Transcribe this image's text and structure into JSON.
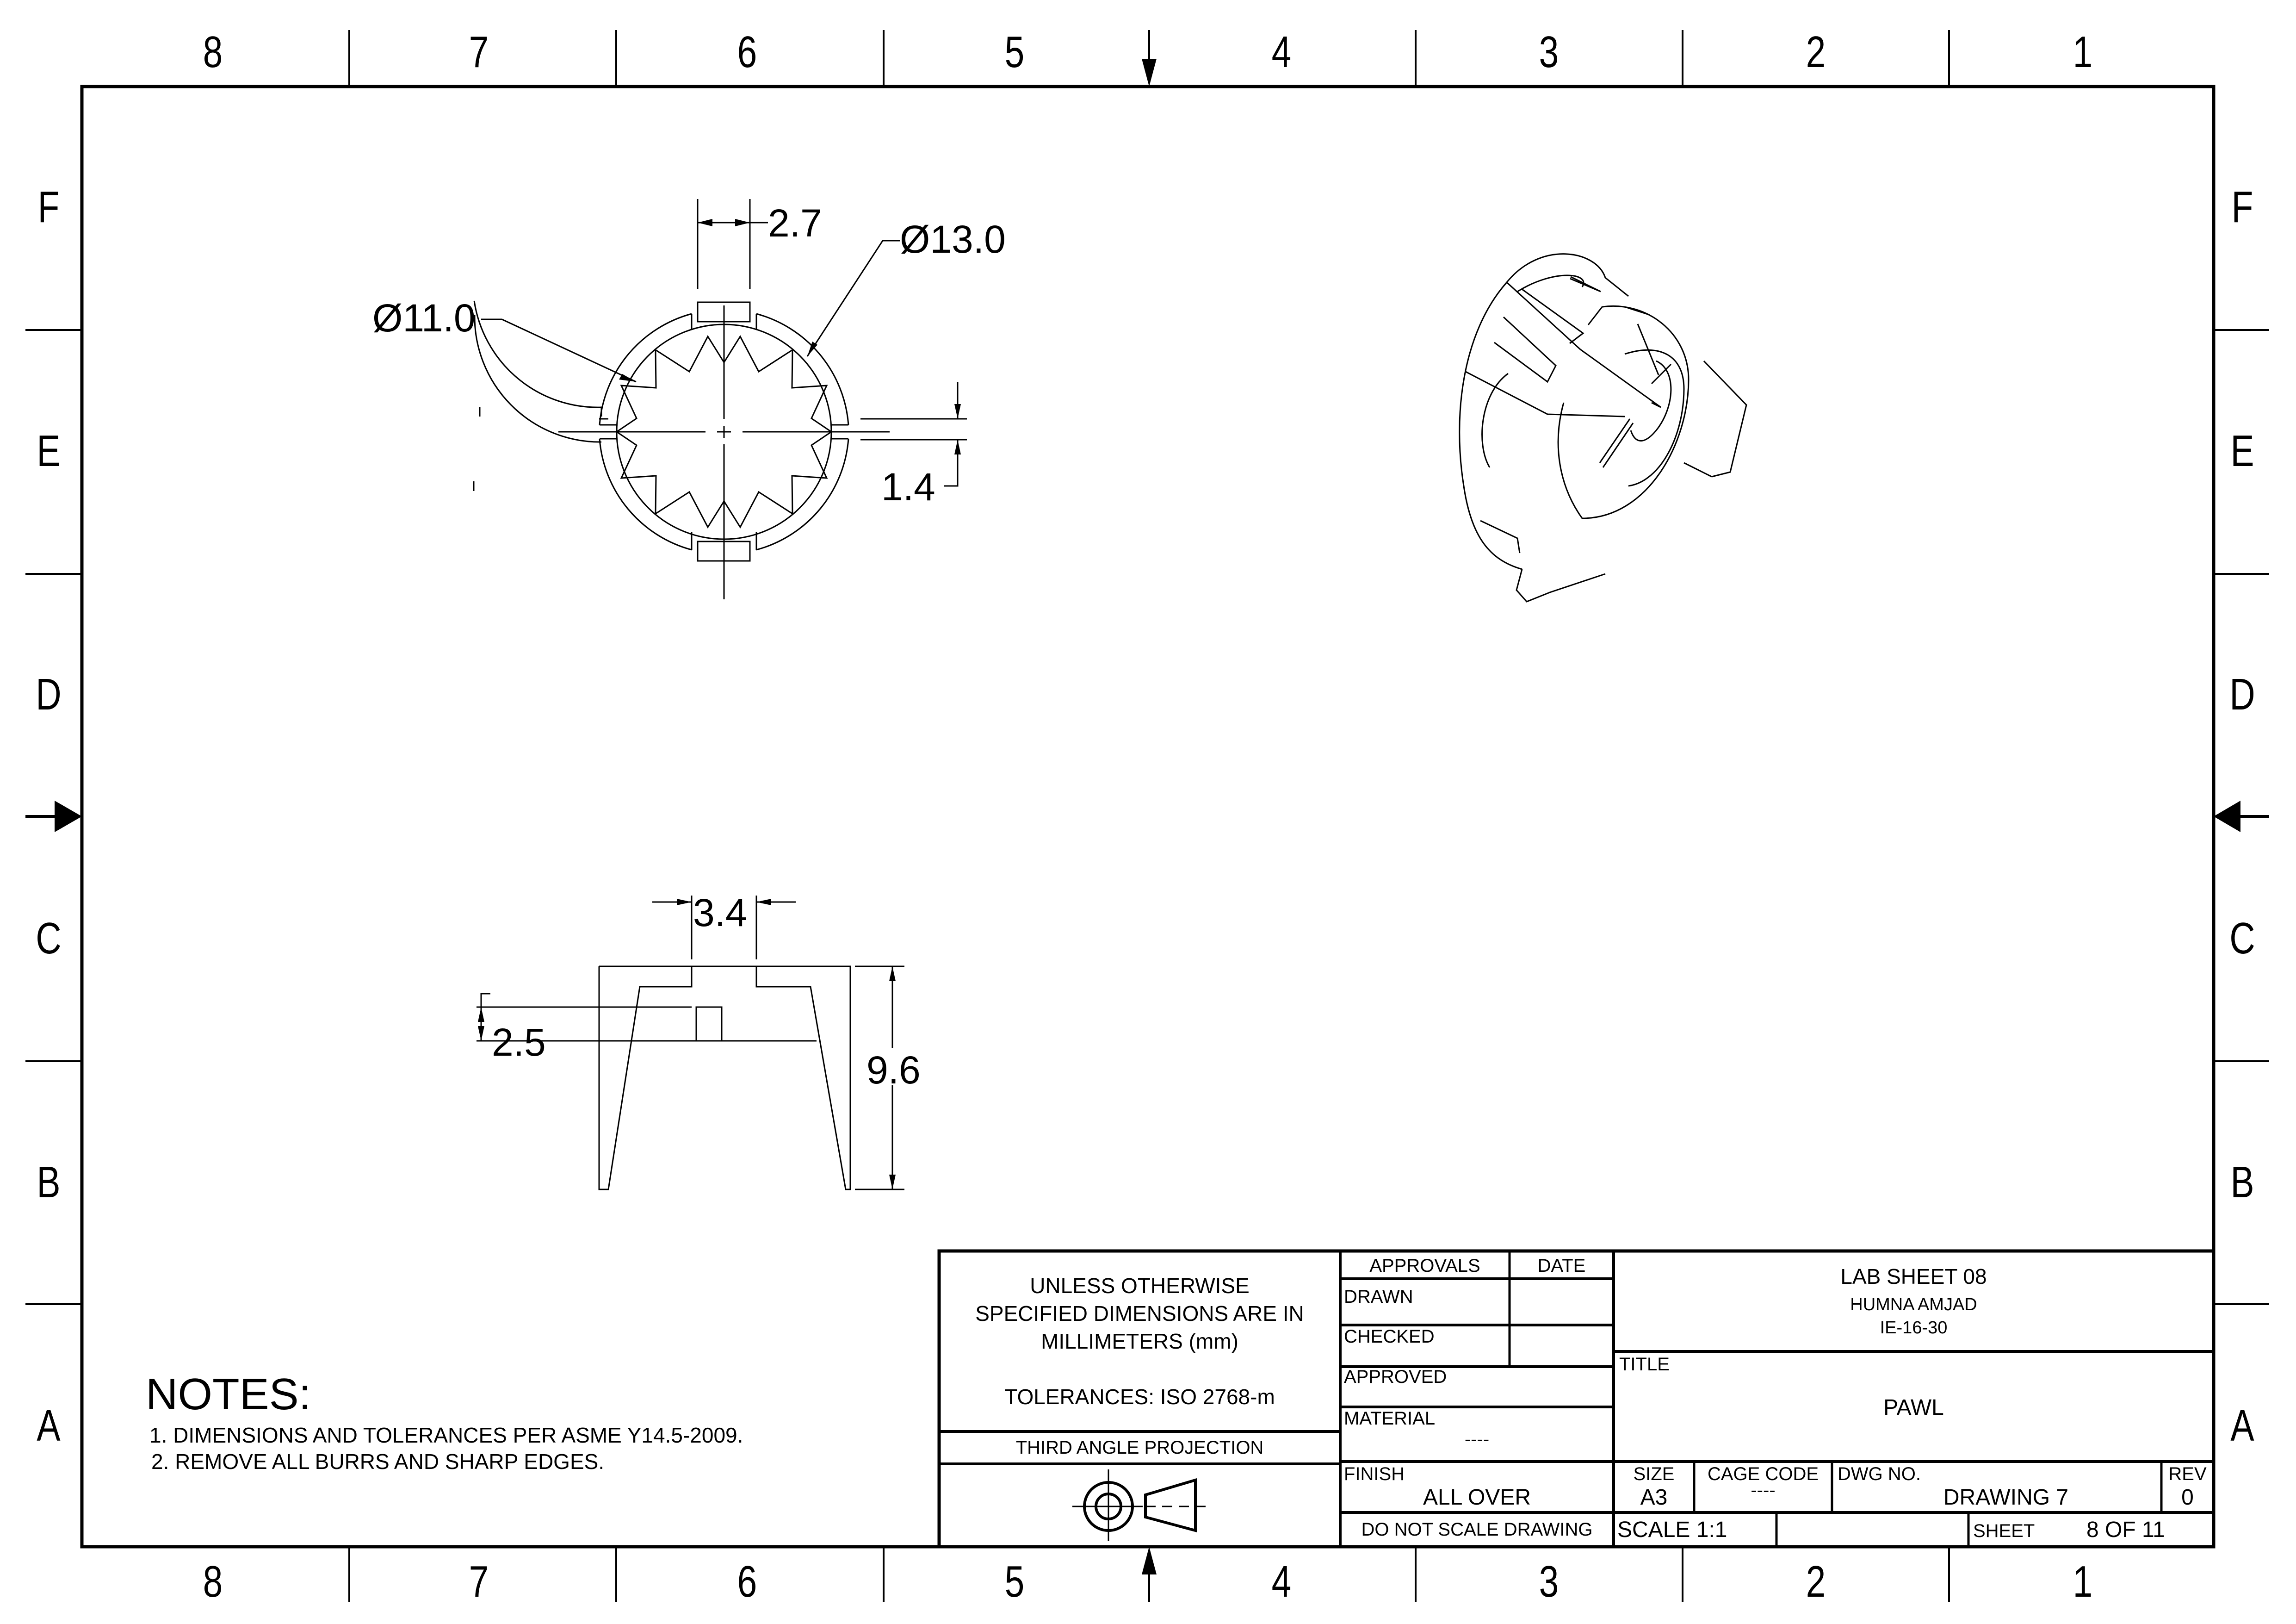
{
  "sheet": {
    "border_columns": [
      "8",
      "7",
      "6",
      "5",
      "4",
      "3",
      "2",
      "1"
    ],
    "border_rows": [
      "F",
      "E",
      "D",
      "C",
      "B",
      "A"
    ],
    "colors": {
      "line": "#000000",
      "background": "#ffffff"
    }
  },
  "front_view": {
    "dimensions": {
      "key_width": "2.7",
      "outer_diameter": "Ø13.0",
      "inner_diameter": "Ø11.0",
      "slot_gap": "1.4"
    }
  },
  "side_view": {
    "dimensions": {
      "slot_width": "3.4",
      "pocket_depth": "2.5",
      "overall_height": "9.6"
    }
  },
  "isometric_view": {
    "label": "pawl-isometric"
  },
  "notes": {
    "heading": "NOTES:",
    "items": [
      "1. DIMENSIONS AND TOLERANCES PER ASME Y14.5-2009.",
      "2. REMOVE ALL BURRS AND SHARP EDGES."
    ]
  },
  "title_block": {
    "general": {
      "line1": "UNLESS OTHERWISE",
      "line2": "SPECIFIED DIMENSIONS ARE IN",
      "line3": "MILLIMETERS (mm)",
      "tolerances": "TOLERANCES: ISO 2768-m"
    },
    "projection": "THIRD ANGLE PROJECTION",
    "approvals": {
      "header": "APPROVALS",
      "date_header": "DATE",
      "rows": [
        "DRAWN",
        "CHECKED",
        "APPROVED"
      ]
    },
    "material": {
      "label": "MATERIAL",
      "value": "----"
    },
    "finish": {
      "label": "FINISH",
      "value": "ALL OVER"
    },
    "do_not_scale": "DO NOT SCALE DRAWING",
    "header": {
      "line1": "LAB SHEET 08",
      "line2": "HUMNA AMJAD",
      "line3": "IE-16-30"
    },
    "title": {
      "label": "TITLE",
      "value": "PAWL"
    },
    "size": {
      "label": "SIZE",
      "value": "A3"
    },
    "cage_code": {
      "label": "CAGE CODE",
      "value": "----"
    },
    "dwg_no": {
      "label": "DWG NO.",
      "value": "DRAWING 7"
    },
    "rev": {
      "label": "REV",
      "value": "0"
    },
    "scale": "SCALE 1:1",
    "sheet": {
      "label": "SHEET",
      "value": "8 OF 11"
    }
  }
}
